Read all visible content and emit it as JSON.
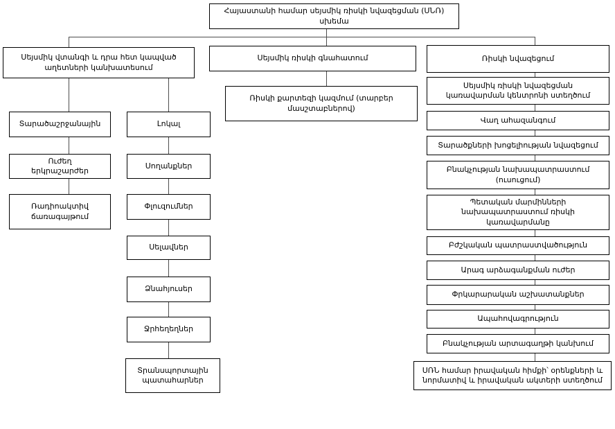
{
  "colors": {
    "background": "#ffffff",
    "box_fill": "#ffffff",
    "box_border": "#000000",
    "text": "#000000",
    "connector": "#4d4d4d"
  },
  "diagram": {
    "root": "Հայաստանի համար սեյսմիկ ռիսկի նվազեցման (ՍՆՌ)\nսխեմա",
    "hazard": {
      "label": "Սեյսմիկ վտանգի և դրա հետ կապված\nաղետների կանխատեսում",
      "regional": {
        "label": "Տարածաշրջանային",
        "items": [
          "Ուժեղ\nերկրաշարժեր",
          "Ռադիոակտիվ\nճառագայթում"
        ]
      },
      "local": {
        "label": "Լոկալ",
        "items": [
          "Սողանքներ",
          "Փլուզումներ",
          "Սելավներ",
          "Ձնահյուսեր",
          "Ջրհեղեղներ",
          "Տրանսպորտային\nպատահարներ"
        ]
      }
    },
    "assessment": {
      "label": "Սեյսմիկ ռիսկի գնահատում",
      "items": [
        "Ռիսկի քարտեզի կազմում (տարբեր\nմասշտաբներով)"
      ]
    },
    "reduction": {
      "label": "Ռիսկի նվազեցում",
      "items": [
        "Սեյսմիկ ռիսկի նվազեցման\nկառավարման կենտրոնի ստեղծում",
        "Վաղ ահազանգում",
        "Տարածքների խոցելիության նվազեցում",
        "Բնակչության նախապատրաստում\n(ուսուցում)",
        "Պետական մարմինների\nնախապատրաստում ռիսկի\nկառավարմանը",
        "Բժշկական պատրաստվածություն",
        "Արագ արձագանքման ուժեր",
        "Փրկարարական աշխատանքներ",
        "Ապահովագրություն",
        "Բնակչության արտագաղթի կանխում",
        "ՍՌՆ համար իրավական հիմքի՝ օրենքների և\nնորմատիվ և իրավական ակտերի ստեղծում"
      ]
    }
  }
}
